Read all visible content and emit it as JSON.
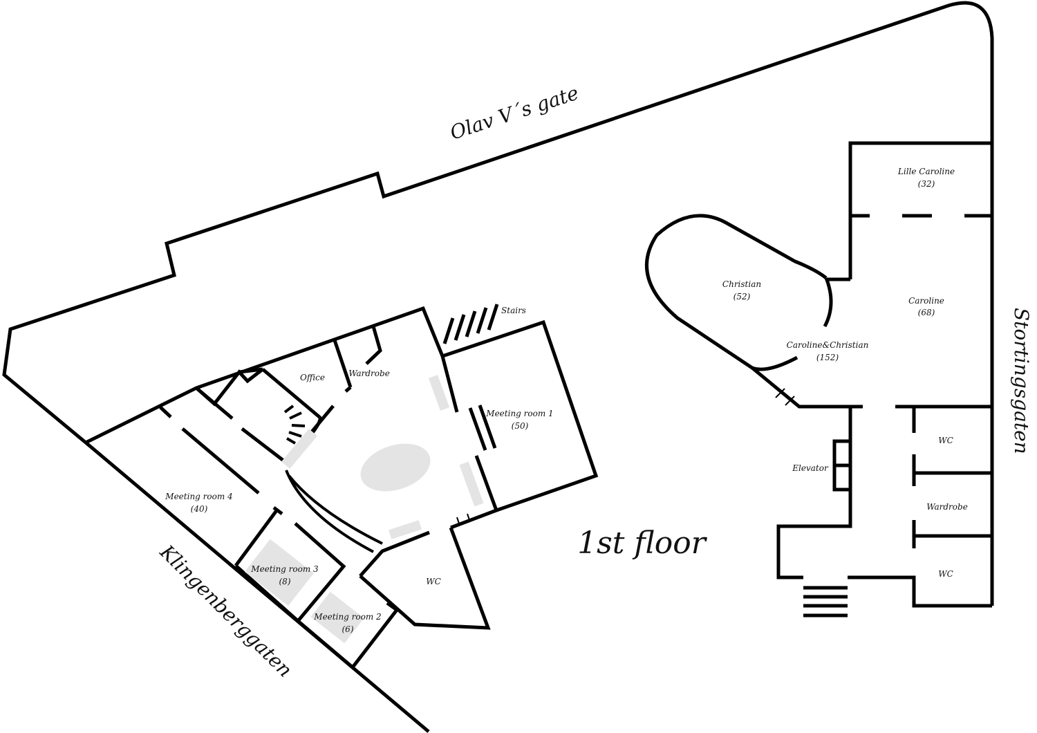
{
  "title": "1st floor",
  "streets": {
    "north": "Olav V´s gate",
    "east": "Stortingsgaten",
    "west": "Klingenberggaten"
  },
  "rooms": {
    "lille_caroline": {
      "name": "Lille Caroline",
      "capacity": "(32)"
    },
    "caroline": {
      "name": "Caroline",
      "capacity": "(68)"
    },
    "christian": {
      "name": "Christian",
      "capacity": "(52)"
    },
    "caroline_christian": {
      "name": "Caroline&Christian",
      "capacity": "(152)"
    },
    "meeting_room_1": {
      "name": "Meeting room 1",
      "capacity": "(50)"
    },
    "meeting_room_2": {
      "name": "Meeting room 2",
      "capacity": "(6)"
    },
    "meeting_room_3": {
      "name": "Meeting room 3",
      "capacity": "(8)"
    },
    "meeting_room_4": {
      "name": "Meeting room 4",
      "capacity": "(40)"
    },
    "office": {
      "name": "Office"
    },
    "wardrobe_west": {
      "name": "Wardrobe"
    },
    "wardrobe_east": {
      "name": "Wardrobe"
    },
    "wc_west": {
      "name": "WC"
    },
    "wc_east_top": {
      "name": "WC"
    },
    "wc_east_bottom": {
      "name": "WC"
    },
    "elevator": {
      "name": "Elevator"
    },
    "stairs": {
      "name": "Stairs"
    }
  }
}
